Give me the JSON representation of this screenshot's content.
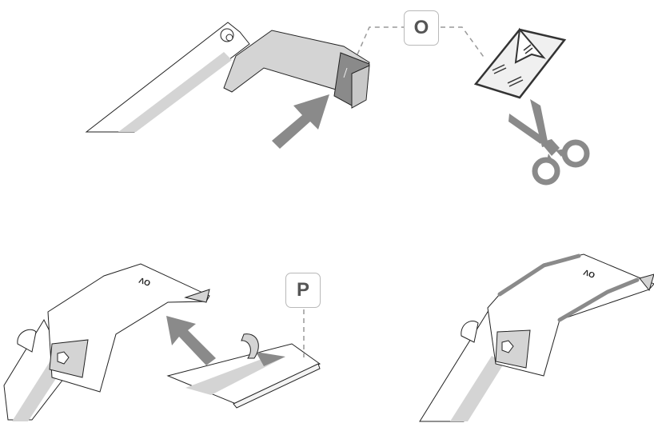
{
  "figure": {
    "description": "Three-step instruction illustration: applying adhesive tape to a wiper arm bracket",
    "colors": {
      "line": "#222222",
      "fill_light": "#d4d4d4",
      "fill_mid": "#8a8a8a",
      "arrow": "#8a8a8a",
      "callout_border": "#b9b9b9",
      "callout_text": "#555555"
    }
  },
  "steps": [
    {
      "id": "step-1",
      "callout_label": "O",
      "parts": [
        "wiper-arm",
        "bracket-with-film",
        "push-arrow",
        "protective-film-sheet",
        "scissors-icon"
      ]
    },
    {
      "id": "step-2",
      "callout_label": "P",
      "stamp_text": "OV",
      "parts": [
        "bracket",
        "adhesive-strip-tray",
        "lift-arrow"
      ]
    },
    {
      "id": "step-3",
      "stamp_text": "OV",
      "parts": [
        "bracket-with-applied-strips"
      ]
    }
  ]
}
